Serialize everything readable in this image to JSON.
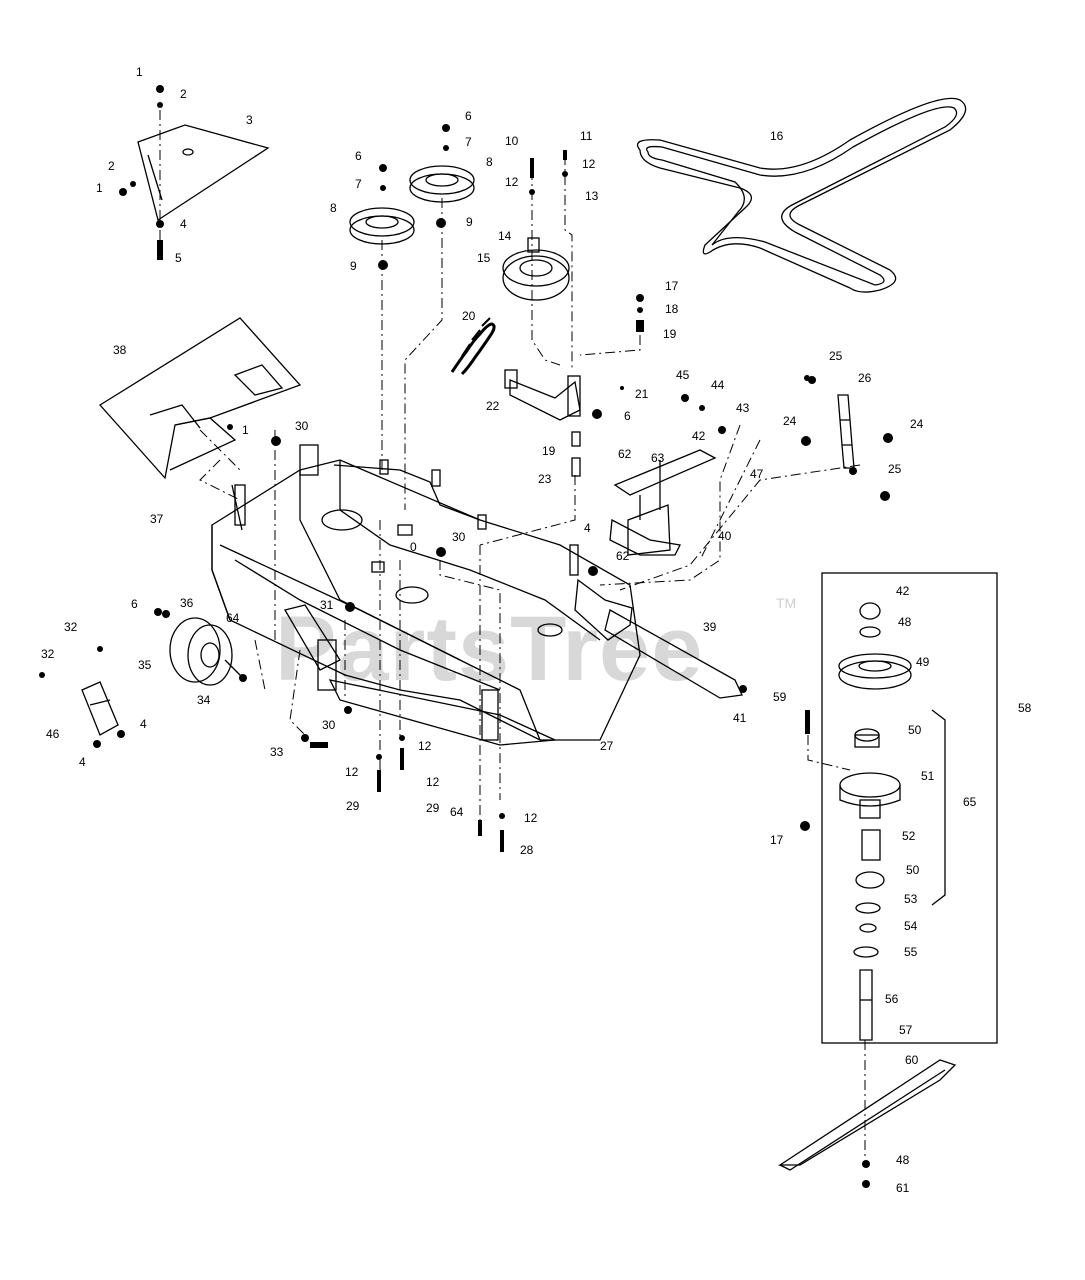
{
  "watermark": {
    "brand": "PartsTree",
    "tm": "TM"
  },
  "callouts": [
    {
      "n": "1"
    },
    {
      "n": "2"
    },
    {
      "n": "3"
    },
    {
      "n": "2"
    },
    {
      "n": "1"
    },
    {
      "n": "4"
    },
    {
      "n": "5"
    },
    {
      "n": "6"
    },
    {
      "n": "7"
    },
    {
      "n": "8"
    },
    {
      "n": "9"
    },
    {
      "n": "6"
    },
    {
      "n": "7"
    },
    {
      "n": "8"
    },
    {
      "n": "9"
    },
    {
      "n": "10"
    },
    {
      "n": "11"
    },
    {
      "n": "12"
    },
    {
      "n": "12"
    },
    {
      "n": "13"
    },
    {
      "n": "14"
    },
    {
      "n": "15"
    },
    {
      "n": "16"
    },
    {
      "n": "17"
    },
    {
      "n": "18"
    },
    {
      "n": "19"
    },
    {
      "n": "20"
    },
    {
      "n": "21"
    },
    {
      "n": "22"
    },
    {
      "n": "6"
    },
    {
      "n": "19"
    },
    {
      "n": "23"
    },
    {
      "n": "38"
    },
    {
      "n": "1"
    },
    {
      "n": "30"
    },
    {
      "n": "37"
    },
    {
      "n": "45"
    },
    {
      "n": "44"
    },
    {
      "n": "43"
    },
    {
      "n": "42"
    },
    {
      "n": "47"
    },
    {
      "n": "25"
    },
    {
      "n": "26"
    },
    {
      "n": "24"
    },
    {
      "n": "24"
    },
    {
      "n": "25"
    },
    {
      "n": "62"
    },
    {
      "n": "63"
    },
    {
      "n": "40"
    },
    {
      "n": "4"
    },
    {
      "n": "62"
    },
    {
      "n": "30"
    },
    {
      "n": "0"
    },
    {
      "n": "31"
    },
    {
      "n": "6"
    },
    {
      "n": "36"
    },
    {
      "n": "32"
    },
    {
      "n": "32"
    },
    {
      "n": "64"
    },
    {
      "n": "35"
    },
    {
      "n": "34"
    },
    {
      "n": "46"
    },
    {
      "n": "4"
    },
    {
      "n": "4"
    },
    {
      "n": "30"
    },
    {
      "n": "12"
    },
    {
      "n": "33"
    },
    {
      "n": "12"
    },
    {
      "n": "12"
    },
    {
      "n": "29"
    },
    {
      "n": "29"
    },
    {
      "n": "64"
    },
    {
      "n": "12"
    },
    {
      "n": "28"
    },
    {
      "n": "27"
    },
    {
      "n": "39"
    },
    {
      "n": "41"
    },
    {
      "n": "42"
    },
    {
      "n": "48"
    },
    {
      "n": "49"
    },
    {
      "n": "58"
    },
    {
      "n": "59"
    },
    {
      "n": "50"
    },
    {
      "n": "51"
    },
    {
      "n": "65"
    },
    {
      "n": "17"
    },
    {
      "n": "52"
    },
    {
      "n": "50"
    },
    {
      "n": "53"
    },
    {
      "n": "54"
    },
    {
      "n": "55"
    },
    {
      "n": "56"
    },
    {
      "n": "57"
    },
    {
      "n": "60"
    },
    {
      "n": "48"
    },
    {
      "n": "61"
    }
  ]
}
